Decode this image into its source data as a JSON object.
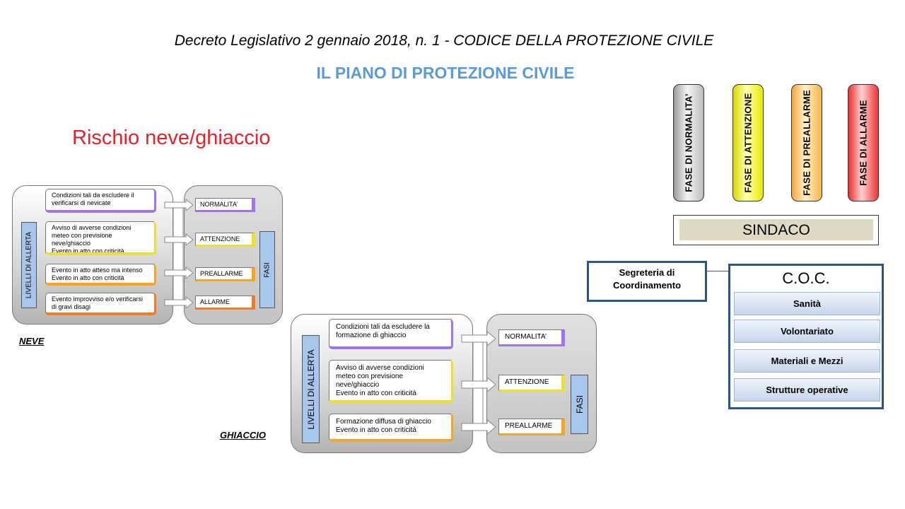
{
  "header": {
    "decree": "Decreto Legislativo 2 gennaio 2018, n. 1 - CODICE DELLA PROTEZIONE CIVILE",
    "plan_title": "IL PIANO DI PROTEZIONE CIVILE"
  },
  "risk_title": "Rischio neve/ghiaccio",
  "phases": [
    {
      "label": "FASE DI NORMALITA’",
      "color": "#bdbdbd"
    },
    {
      "label": "FASE DI ATTENZIONE",
      "color": "#ffff40"
    },
    {
      "label": "FASE DI PREALLARME",
      "color": "#f8b44c"
    },
    {
      "label": "FASE DI ALLARME",
      "color": "#ec3636"
    }
  ],
  "sindaco": "SINDACO",
  "segreteria": {
    "line1": "Segreteria di",
    "line2": "Coordinamento"
  },
  "coc": {
    "title": "C.O.C.",
    "items": [
      "Sanità",
      "Volontariato",
      "Materiali e Mezzi",
      "Strutture operative"
    ]
  },
  "neve": {
    "caption": "NEVE",
    "left_label": "LIVELLI DI ALLERTA",
    "right_label": "FASI",
    "rows": [
      {
        "condition": [
          "Condizioni tali da escludere il",
          "verificarsi di nevicate"
        ],
        "level": "NORMALITA’"
      },
      {
        "condition": [
          "Avviso di avverse condizioni",
          "meteo con previsione",
          "neve/ghiaccio",
          "Evento in atto con criticità"
        ],
        "level": "ATTENZIONE"
      },
      {
        "condition": [
          "Evento in atto atteso ma intenso",
          "Evento in atto con criticità"
        ],
        "level": "PREALLARME"
      },
      {
        "condition": [
          "Evento improvviso e/o verificarsi",
          "di gravi disagi"
        ],
        "level": "ALLARME"
      }
    ]
  },
  "ghiaccio": {
    "caption": "GHIACCIO",
    "left_label": "LIVELLI DI ALLERTA",
    "right_label": "FASI",
    "rows": [
      {
        "condition": [
          "Condizioni tali da escludere la",
          "formazione di ghiaccio"
        ],
        "level": "NORMALITA’"
      },
      {
        "condition": [
          "Avviso di avverse condizioni",
          "meteo con previsione",
          "neve/ghiaccio",
          "Evento in atto con criticità"
        ],
        "level": "ATTENZIONE"
      },
      {
        "condition": [
          "Formazione diffusa di ghiaccio",
          "Evento in atto con criticità"
        ],
        "level": "PREALLARME"
      }
    ]
  }
}
